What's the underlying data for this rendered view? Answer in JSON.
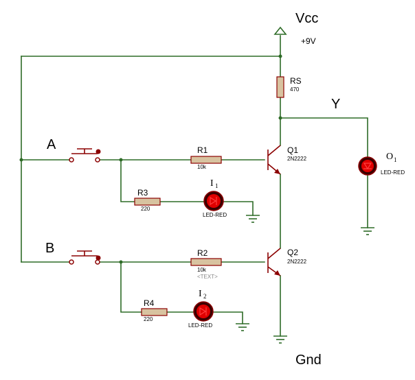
{
  "labels": {
    "vcc": "Vcc",
    "vcc_value": "+9V",
    "gnd": "Gnd",
    "output": "Y",
    "input_a": "A",
    "input_b": "B"
  },
  "components": {
    "rs": {
      "name": "RS",
      "value": "470"
    },
    "r1": {
      "name": "R1",
      "value": "10k"
    },
    "r2": {
      "name": "R2",
      "value": "10k",
      "text": "<TEXT>"
    },
    "r3": {
      "name": "R3",
      "value": "220"
    },
    "r4": {
      "name": "R4",
      "value": "220"
    },
    "q1": {
      "name": "Q1",
      "part": "2N2222"
    },
    "q2": {
      "name": "Q2",
      "part": "2N2222"
    },
    "i1": {
      "name": "I",
      "sub": "1",
      "part": "LED-RED"
    },
    "i2": {
      "name": "I",
      "sub": "2",
      "part": "LED-RED"
    },
    "o1": {
      "name": "O",
      "sub": "1",
      "part": "LED-RED"
    }
  },
  "colors": {
    "wire": "#2d6b26",
    "device": "#8b0000",
    "resistor_fill": "#d8c3a0",
    "led": "#e00000"
  }
}
